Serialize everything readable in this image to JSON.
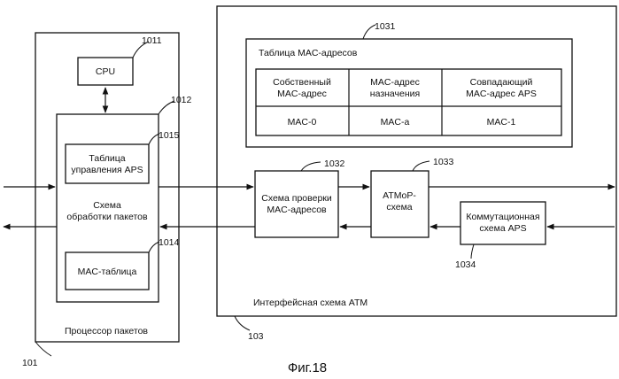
{
  "packet_processor": {
    "ref": "101",
    "label": "Процессор пакетов",
    "cpu": {
      "ref": "1011",
      "label": "CPU"
    },
    "packet_circuit": {
      "ref": "1012",
      "label_line1": "Схема",
      "label_line2": "обработки пакетов"
    },
    "aps_table": {
      "ref": "1015",
      "label_line1": "Таблица",
      "label_line2": "управления APS"
    },
    "mac_table": {
      "ref": "1014",
      "label": "MAC-таблица"
    }
  },
  "atm_interface": {
    "ref": "103",
    "label": "Интерфейсная схема ATM",
    "mac_address_table": {
      "ref": "1031",
      "title": "Таблица MAC-адресов",
      "headers": [
        [
          "Собственный",
          "MAC-адрес"
        ],
        [
          "MAC-адрес",
          "назначения"
        ],
        [
          "Совпадающий",
          "MAC-адрес APS"
        ]
      ],
      "values": [
        "MAC-0",
        "MAC-a",
        "MAC-1"
      ]
    },
    "mac_check": {
      "ref": "1032",
      "label_line1": "Схема проверки",
      "label_line2": "MAC-адресов"
    },
    "atmop": {
      "ref": "1033",
      "label_line1": "ATMoP-",
      "label_line2": "схема"
    },
    "aps_switch": {
      "ref": "1034",
      "label_line1": "Коммутационная",
      "label_line2": "схема APS"
    }
  },
  "caption": "Фиг.18"
}
